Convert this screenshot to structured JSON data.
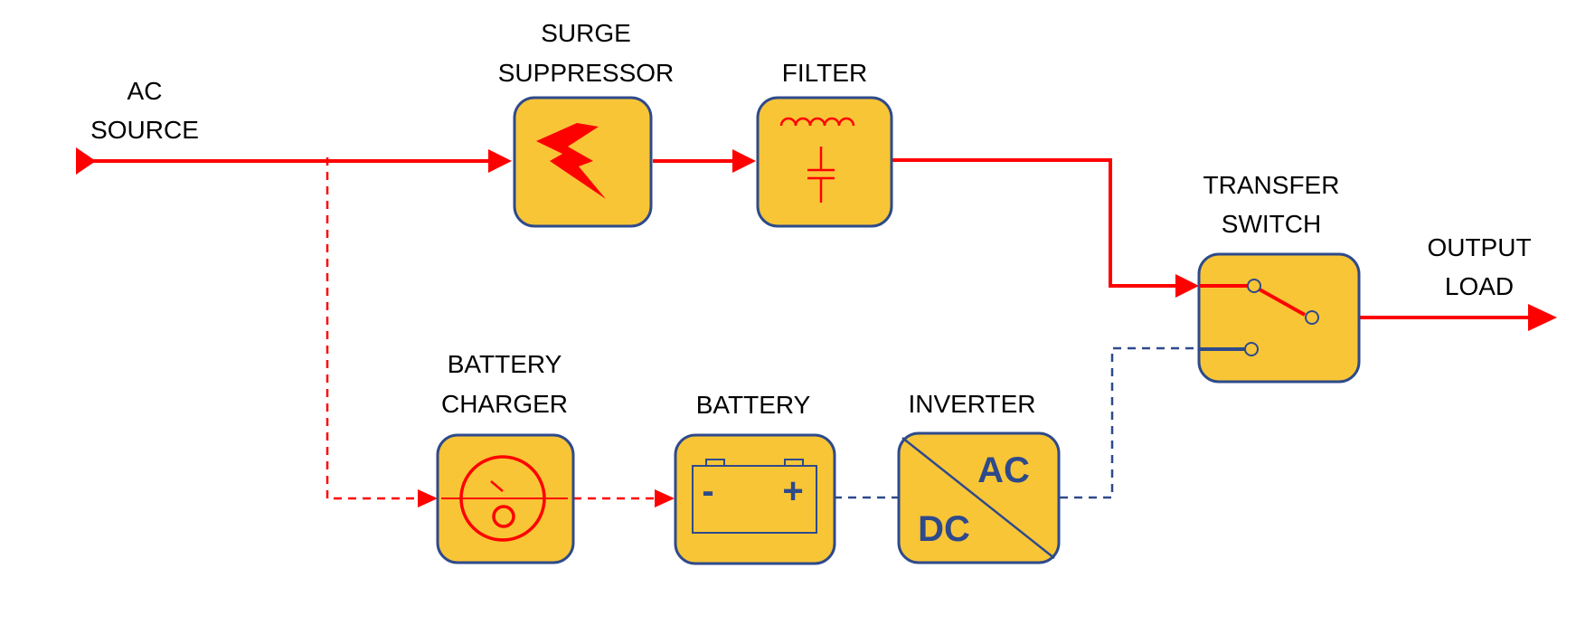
{
  "labels": {
    "ac_source": [
      "AC",
      "SOURCE"
    ],
    "surge_suppressor": [
      "SURGE",
      "SUPPRESSOR"
    ],
    "filter": [
      "FILTER"
    ],
    "transfer_switch": [
      "TRANSFER",
      "SWITCH"
    ],
    "output_load": [
      "OUTPUT",
      "LOAD"
    ],
    "battery_charger": [
      "BATTERY",
      "CHARGER"
    ],
    "battery": [
      "BATTERY"
    ],
    "inverter": [
      "INVERTER"
    ]
  },
  "inverter_symbol": {
    "ac": "AC",
    "dc": "DC"
  },
  "battery_symbol": {
    "minus": "-",
    "plus": "+"
  },
  "icons": {
    "surge_suppressor": "lightning-bolt-icon",
    "filter": "inductor-capacitor-icon",
    "battery_charger": "charger-dial-icon",
    "battery": "battery-icon",
    "inverter": "dc-ac-converter-icon",
    "transfer_switch": "switch-icon"
  },
  "colors": {
    "block_fill": "#F8C537",
    "block_border": "#2E4A8B",
    "ac_line": "#FF0000",
    "dc_line": "#2E4A8B"
  }
}
